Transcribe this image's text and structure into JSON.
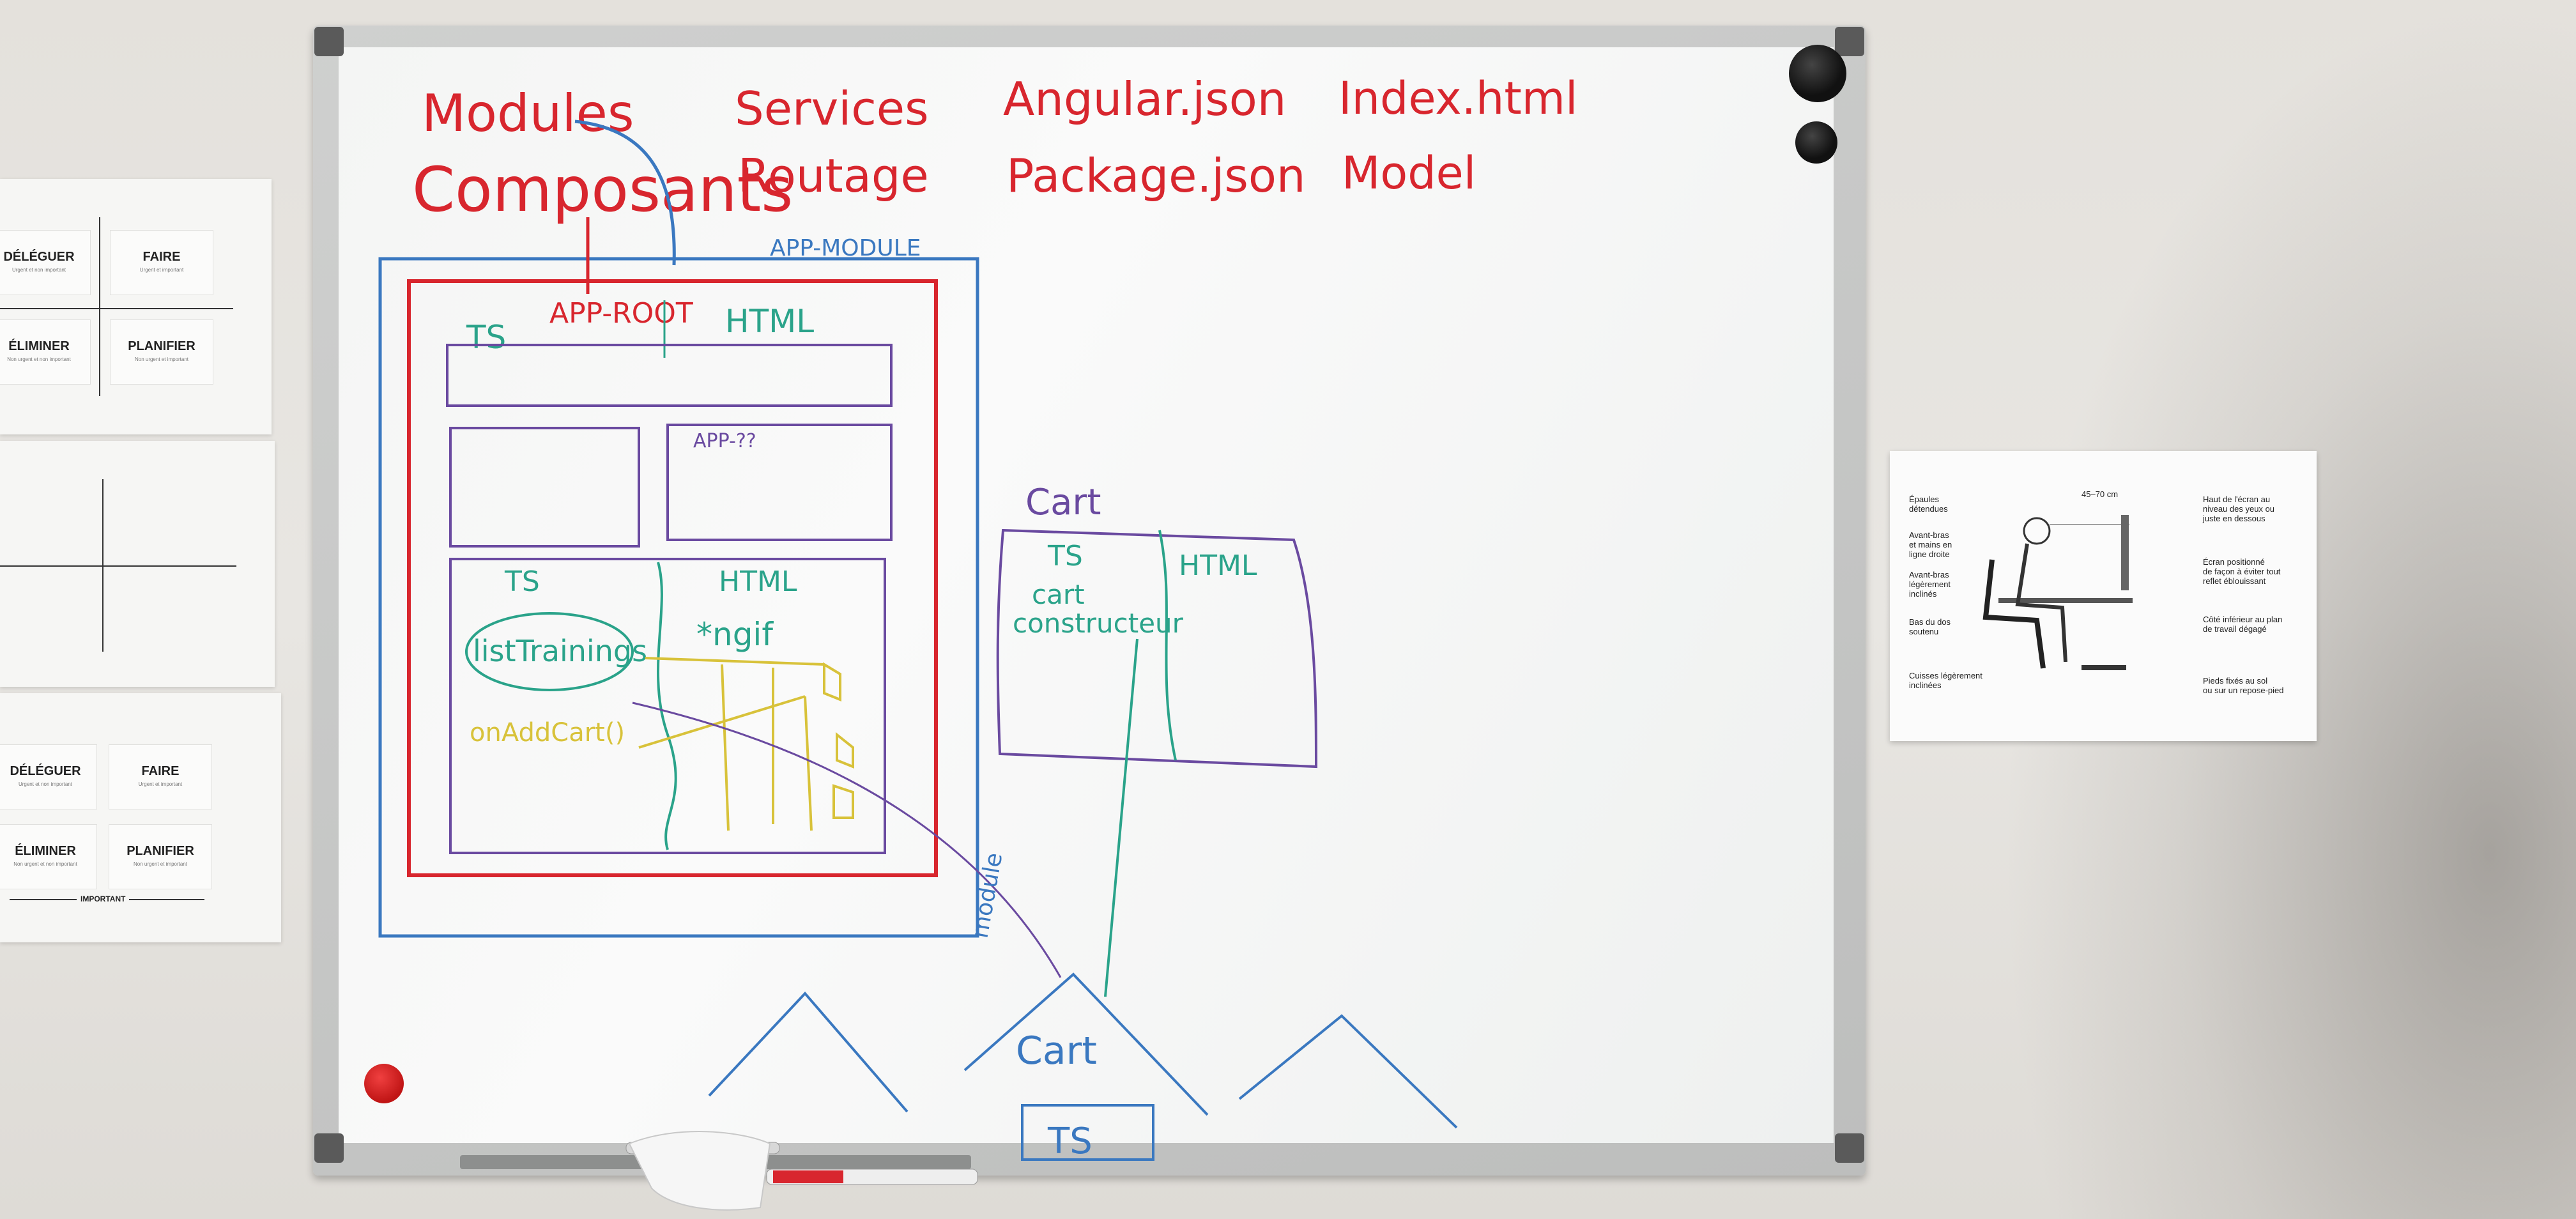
{
  "left_poster_top": {
    "cells": [
      {
        "title": "DÉLÉGUER",
        "sub": "Urgent et non important"
      },
      {
        "title": "FAIRE",
        "sub": "Urgent et important"
      },
      {
        "title": "ÉLIMINER",
        "sub": "Non urgent et non important"
      },
      {
        "title": "PLANIFIER",
        "sub": "Non urgent et important"
      }
    ]
  },
  "left_poster_bottom": {
    "cells": [
      {
        "title": "DÉLÉGUER",
        "sub": "Urgent et non important"
      },
      {
        "title": "FAIRE",
        "sub": "Urgent et important"
      },
      {
        "title": "ÉLIMINER",
        "sub": "Non urgent et non important"
      },
      {
        "title": "PLANIFIER",
        "sub": "Non urgent et important"
      }
    ],
    "axis_label": "IMPORTANT"
  },
  "whiteboard": {
    "headings": {
      "col1": [
        "Modules",
        "Composants"
      ],
      "col2": [
        "Services",
        "Routage"
      ],
      "col3": [
        "Angular.json",
        "Package.json"
      ],
      "col4": [
        "Index.html",
        "Model"
      ]
    },
    "diagram": {
      "app_module": "APP-MODULE",
      "app_root": "APP-ROOT",
      "ts": "TS",
      "html": "HTML",
      "app_placeholder": "APP-??",
      "ts2": "TS",
      "html2": "HTML",
      "list": "listTrainings",
      "ngif": "*ngif",
      "on_add": "onAddCart()",
      "module_vertical": "module",
      "cart_title": "Cart",
      "cart_ts": "TS",
      "cart_html": "HTML",
      "cart_body": [
        "cart",
        "constructeur"
      ],
      "cart_bottom": "Cart",
      "ts_box": "TS"
    },
    "colors": {
      "red": "#d8262e",
      "blue": "#3a78c0",
      "green": "#2aa38a",
      "yellow": "#d8c23a",
      "purple": "#6a4aa0"
    }
  },
  "ergo_poster": {
    "top_measure": "45–70 cm",
    "labels_left": [
      [
        "Épaules",
        "détendues"
      ],
      [
        "Avant-bras",
        "et mains en",
        "ligne droite"
      ],
      [
        "Avant-bras",
        "légèrement",
        "inclinés"
      ],
      [
        "Bas du dos",
        "soutenu"
      ],
      [
        "Cuisses légèrement",
        "inclinées"
      ]
    ],
    "labels_right": [
      [
        "Haut de l'écran au",
        "niveau des yeux ou",
        "juste en dessous"
      ],
      [
        "Écran positionné",
        "de façon à éviter tout",
        "reflet éblouissant"
      ],
      [
        "Côté inférieur au plan",
        "de travail dégagé"
      ],
      [
        "Pieds fixés au sol",
        "ou sur un repose-pied"
      ]
    ]
  }
}
